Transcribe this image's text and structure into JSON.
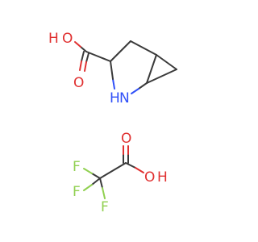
{
  "molecule_top": {
    "atoms": {
      "hydroxyl_oxygen": "O",
      "hydroxyl_hydrogen": "H",
      "carbonyl_oxygen": "O",
      "ring_nitrogen": "N",
      "ring_nitrogen_hydrogen": "H"
    }
  },
  "molecule_bottom": {
    "atoms": {
      "carbonyl_oxygen": "O",
      "hydroxyl_oxygen": "O",
      "hydroxyl_hydrogen": "H",
      "fluorine_1": "F",
      "fluorine_2": "F",
      "fluorine_3": "F"
    }
  },
  "colors": {
    "carbon_bond": "#3a3a3a",
    "oxygen": "#e03030",
    "nitrogen": "#3050f8",
    "fluorine": "#90d050"
  }
}
